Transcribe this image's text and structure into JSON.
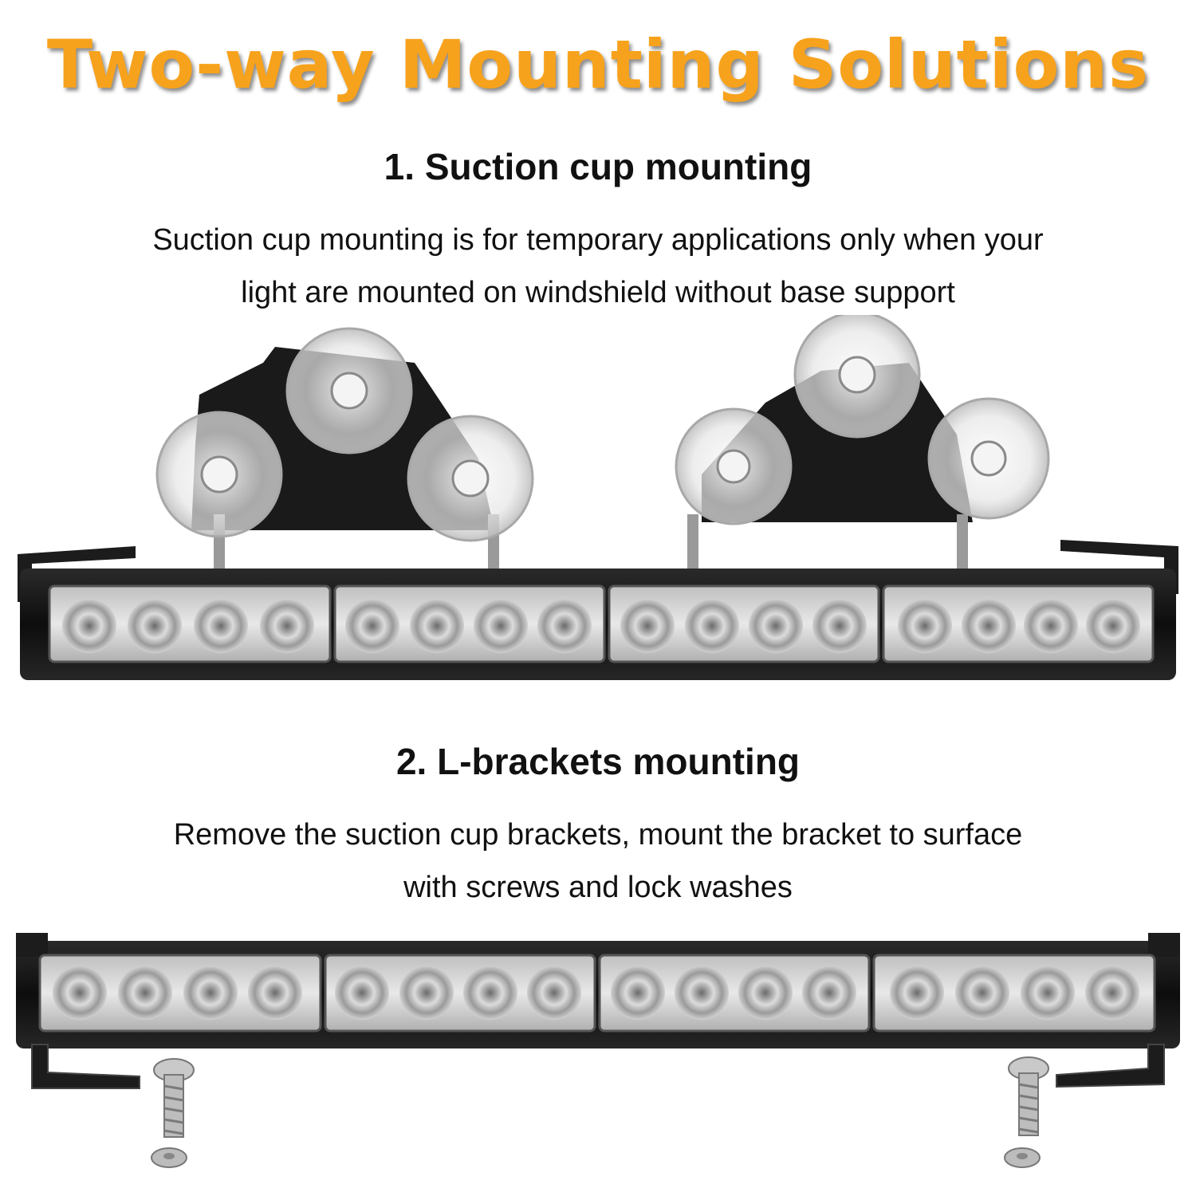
{
  "headline": "Two-way Mounting Solutions",
  "sections": [
    {
      "title": "1. Suction cup mounting",
      "lines": [
        "Suction cup mounting is for temporary applications only when your",
        "light are mounted on windshield without base support"
      ]
    },
    {
      "title": "2. L-brackets mounting",
      "lines": [
        "Remove the suction cup brackets, mount the bracket to surface",
        "with screws and lock washes"
      ]
    }
  ],
  "colors": {
    "headline": "#f7a21c",
    "text": "#111111",
    "bar_body": "#151515",
    "lens": "#d8d8d8"
  }
}
